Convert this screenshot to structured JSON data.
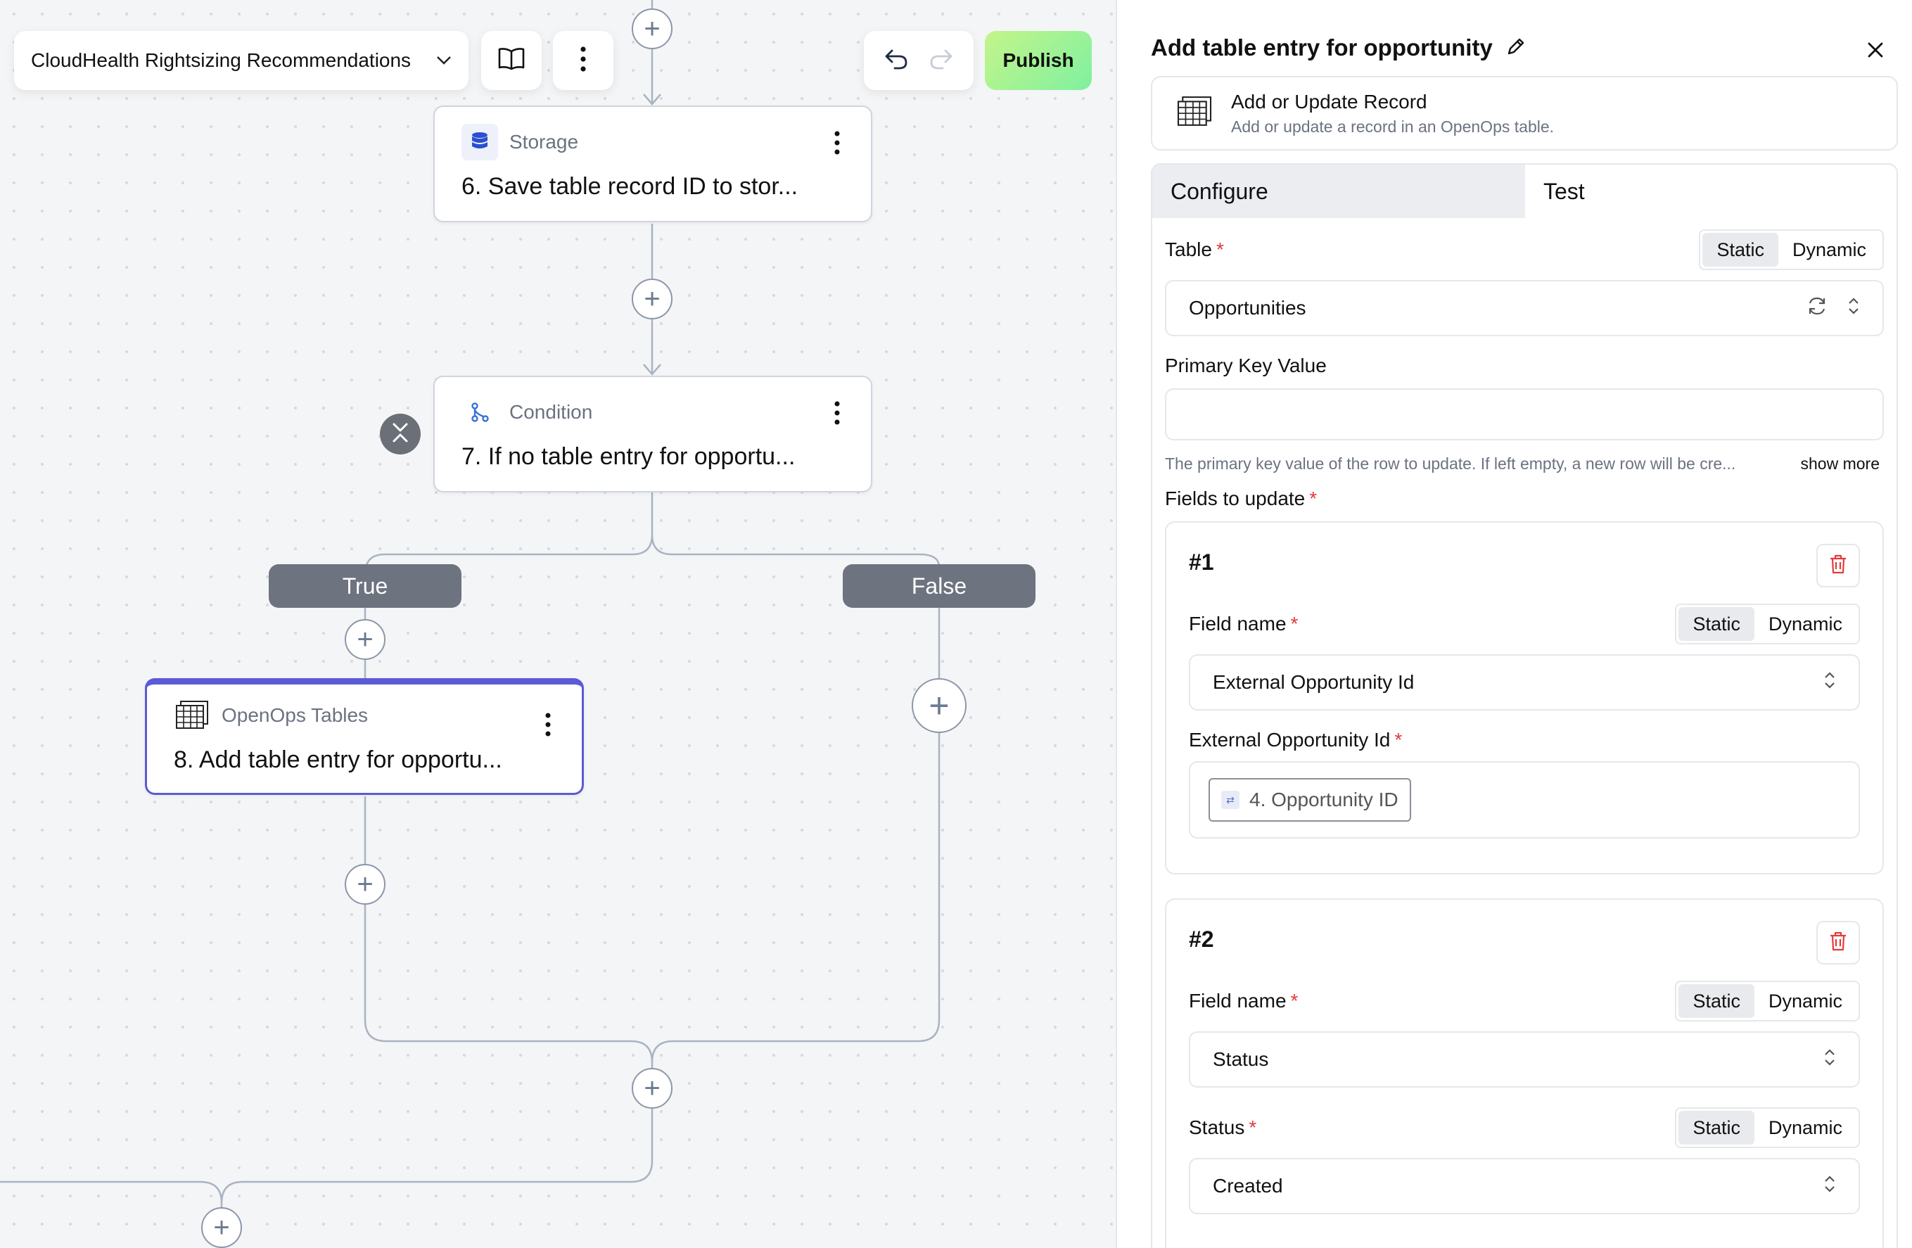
{
  "toolbar": {
    "flow_title": "CloudHealth Rightsizing Recommendations",
    "publish_label": "Publish"
  },
  "canvas": {
    "steps": [
      {
        "type": "Storage",
        "title": "6. Save table record ID to stor..."
      },
      {
        "type": "Condition",
        "title": "7. If no table entry for opportu..."
      },
      {
        "type": "OpenOps Tables",
        "title": "8. Add table entry for opportu..."
      }
    ],
    "branches": {
      "true_label": "True",
      "false_label": "False"
    }
  },
  "panel": {
    "title": "Add table entry for opportunity",
    "action": {
      "name": "Add or Update Record",
      "description": "Add or update a record in an OpenOps table."
    },
    "tabs": [
      {
        "label": "Configure",
        "active": true
      },
      {
        "label": "Test",
        "active": false
      }
    ],
    "mode_static": "Static",
    "mode_dynamic": "Dynamic",
    "table_field": {
      "label": "Table",
      "value": "Opportunities"
    },
    "primary_key": {
      "label": "Primary Key Value",
      "value": "",
      "help": "The primary key value of the row to update. If left empty, a new row will be cre...",
      "show_more": "show more"
    },
    "fields_label": "Fields to update",
    "items": [
      {
        "num": "#1",
        "field_name_label": "Field name",
        "field_name_value": "External Opportunity Id",
        "value_label": "External Opportunity Id",
        "value_chip": "4. Opportunity ID"
      },
      {
        "num": "#2",
        "field_name_label": "Field name",
        "field_name_value": "Status",
        "value_label": "Status",
        "value_select": "Created"
      }
    ]
  },
  "colors": {
    "accent": "#5b5bd6",
    "publish_gradient_start": "#c5f58a",
    "publish_gradient_end": "#7ff0a0",
    "required": "#e23b3b",
    "delete": "#e23b3b"
  }
}
